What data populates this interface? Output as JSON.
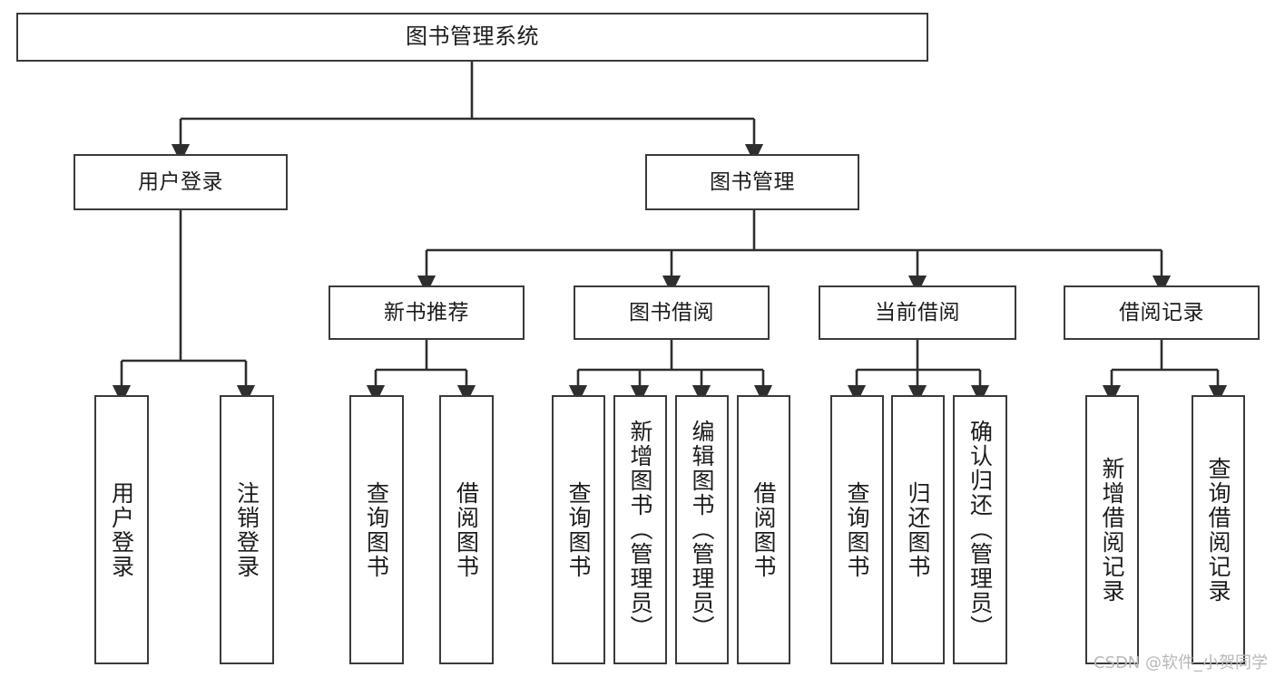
{
  "diagram": {
    "type": "tree-hierarchy-chart",
    "title": "图书管理系统",
    "orientation": "top-down",
    "line_color": "#3a3a3a",
    "box_fill": "#ffffff",
    "text_color": "#1c1c1c"
  },
  "nodes": {
    "root": {
      "label": "图书管理系统",
      "level": 1
    },
    "user_login": {
      "label": "用户登录",
      "level": 2
    },
    "book_manage": {
      "label": "图书管理",
      "level": 2
    },
    "new_book_rec": {
      "label": "新书推荐",
      "level": 3
    },
    "book_borrow": {
      "label": "图书借阅",
      "level": 3
    },
    "current_borrow": {
      "label": "当前借阅",
      "level": 3
    },
    "borrow_record": {
      "label": "借阅记录",
      "level": 3
    },
    "leaf_user_login": {
      "label": "用户登录",
      "level": 3
    },
    "leaf_logout": {
      "label": "注销登录",
      "level": 3
    },
    "leaf_query_book_1": {
      "label": "查询图书",
      "level": 4
    },
    "leaf_borrow_book_1": {
      "label": "借阅图书",
      "level": 4
    },
    "leaf_query_book_2": {
      "label": "查询图书",
      "level": 4
    },
    "leaf_add_book": {
      "label": "新增图书（管理员）",
      "level": 4
    },
    "leaf_edit_book": {
      "label": "编辑图书（管理员）",
      "level": 4
    },
    "leaf_borrow_book_2": {
      "label": "借阅图书",
      "level": 4
    },
    "leaf_query_book_3": {
      "label": "查询图书",
      "level": 4
    },
    "leaf_return_book": {
      "label": "归还图书",
      "level": 4
    },
    "leaf_confirm_return": {
      "label": "确认归还（管理员）",
      "level": 4
    },
    "leaf_add_record": {
      "label": "新增借阅记录",
      "level": 4
    },
    "leaf_query_record": {
      "label": "查询借阅记录",
      "level": 4
    }
  },
  "watermark": {
    "text": "CSDN @软件_小贺同学"
  }
}
